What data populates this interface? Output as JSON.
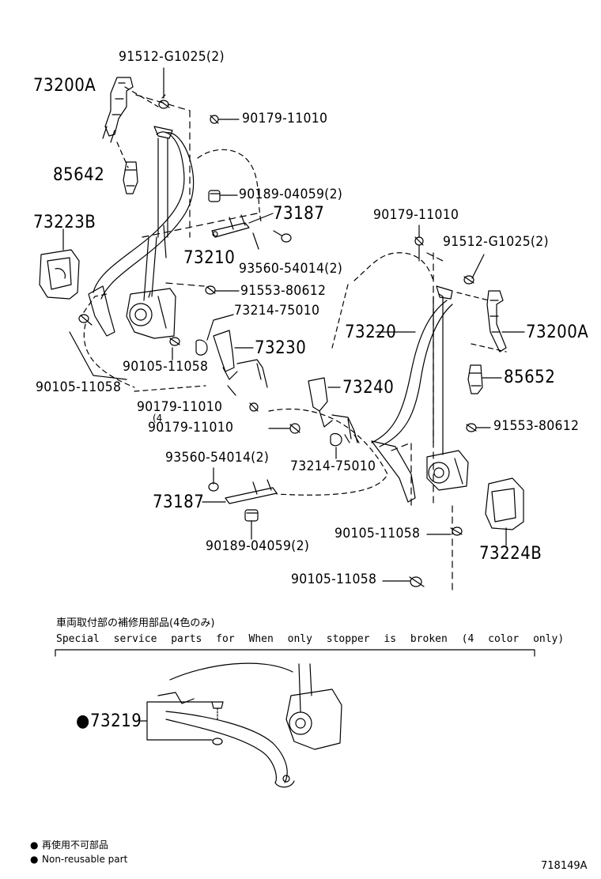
{
  "labels": {
    "p91512_top": "91512-G1025(2)",
    "p73200A_left": "73200A",
    "p90179_top": "90179-11010",
    "p85642": "85642",
    "p73223B": "73223B",
    "p90189_top": "90189-04059(2)",
    "p73187_top": "73187",
    "p90179_right": "90179-11010",
    "p73210": "73210",
    "p93560_top": "93560-54014(2)",
    "p91512_right": "91512-G1025(2)",
    "p91553_left": "91553-80612",
    "p73214_top": "73214-75010",
    "p73220": "73220",
    "p73200A_right": "73200A",
    "p73230": "73230",
    "p90105_mid": "90105-11058",
    "p85652": "85652",
    "p90105_left": "90105-11058",
    "p73240": "73240",
    "p90179_mid": "90179-11010",
    "p4_note": "(4",
    "p90179_low": "90179-11010",
    "p91553_right": "91553-80612",
    "p93560_low": "93560-54014(2)",
    "p73214_low": "73214-75010",
    "p73187_low": "73187",
    "p90105_right1": "90105-11058",
    "p90189_low": "90189-04059(2)",
    "p73224B": "73224B",
    "p90105_right2": "90105-11058",
    "p73219": "73219",
    "nonreuse_mark": "●"
  },
  "special_section": {
    "jp_title": "車両取付部の補修用部品(4色のみ)",
    "en_title": "Special service parts for When only stopper is broken (4 color only)"
  },
  "footer": {
    "jp_note": "再使用不可部品",
    "en_note": "Non-reusable part",
    "figure_id": "718149A"
  }
}
